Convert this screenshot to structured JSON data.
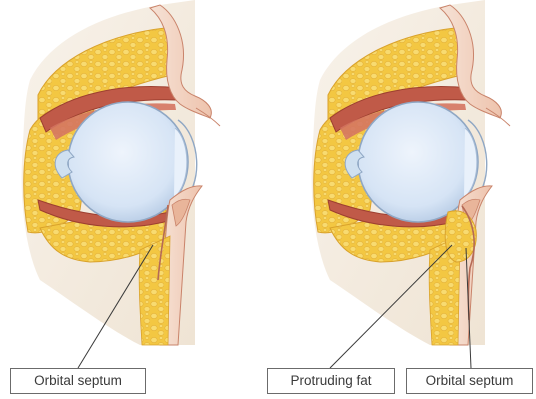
{
  "labels": {
    "left_septum": "Orbital septum",
    "protruding_fat": "Protruding fat",
    "right_septum": "Orbital septum"
  },
  "colors": {
    "fat": "#f3c742",
    "fat_globule": "#f7d86a",
    "fat_dark": "#e2ab2e",
    "muscle": "#c05a48",
    "muscle_dark": "#9d3f30",
    "skin": "#f2d4c2",
    "skin_line": "#c9836a",
    "eyeball": "#dde9f7",
    "eyeball_edge": "#8fa7c4",
    "lens": "#c6dbef",
    "bone_fill": "#f6efe5",
    "leader_line": "#3a3a3a",
    "label_border": "#6b6b6b"
  }
}
